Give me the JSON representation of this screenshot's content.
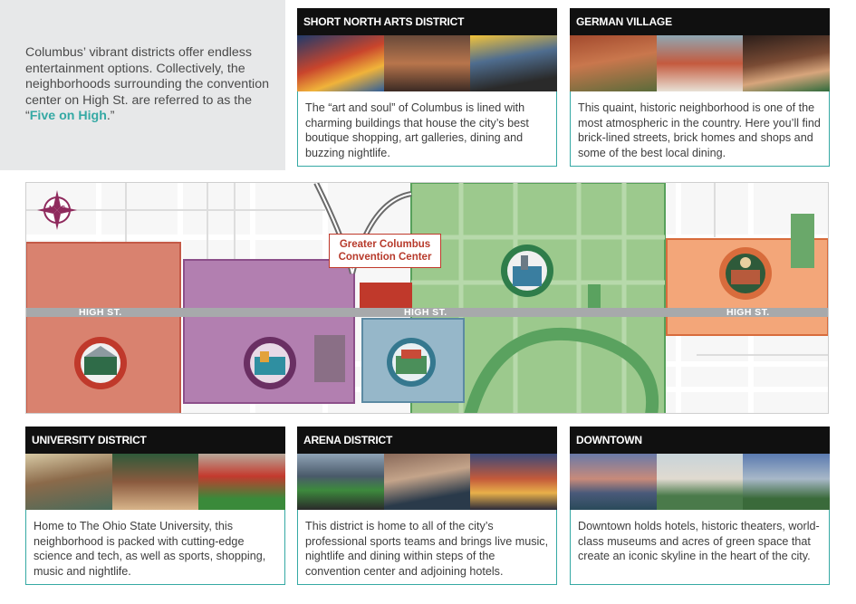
{
  "intro": {
    "text_before": "Columbus’ vibrant districts offer endless entertainment options. Collectively, the neighborhoods surrounding the convention center on High St. are referred to as the “",
    "highlight": "Five on High",
    "text_after": ".”"
  },
  "colors": {
    "accent_teal": "#35a9a4",
    "university": "#d9826f",
    "short_north": "#b27fb0",
    "arena": "#96b7c9",
    "downtown": "#9cc98d",
    "german_village": "#f3a679",
    "convention_center": "#c0392b"
  },
  "districts": {
    "short_north": {
      "title": "SHORT NORTH ARTS DISTRICT",
      "description": "The “art and soul” of Columbus is lined with charming buildings that house the city’s best boutique shopping, art galleries, dining and buzzing nightlife."
    },
    "german_village": {
      "title": "GERMAN VILLAGE",
      "description": "This quaint, historic neighborhood is one of the most atmospheric in the country. Here you’ll find brick-lined streets, brick homes and shops and some of the best local dining."
    },
    "university": {
      "title": "UNIVERSITY DISTRICT",
      "description": "Home to The Ohio State University, this neighborhood is packed with cutting-edge science and tech, as well as sports, shopping, music and nightlife."
    },
    "arena": {
      "title": "ARENA DISTRICT",
      "description": "This district is home to all of the city’s professional sports teams and brings live music, nightlife and dining within steps of the convention center and adjoining hotels."
    },
    "downtown": {
      "title": "DOWNTOWN",
      "description": "Downtown holds hotels, historic theaters, world-class museums and acres of green space that create an iconic skyline in the heart of the city."
    }
  },
  "map": {
    "street_label": "HIGH ST.",
    "convention_center": "Greater Columbus Convention Center",
    "compass": {
      "n": "N",
      "s": "S"
    }
  }
}
